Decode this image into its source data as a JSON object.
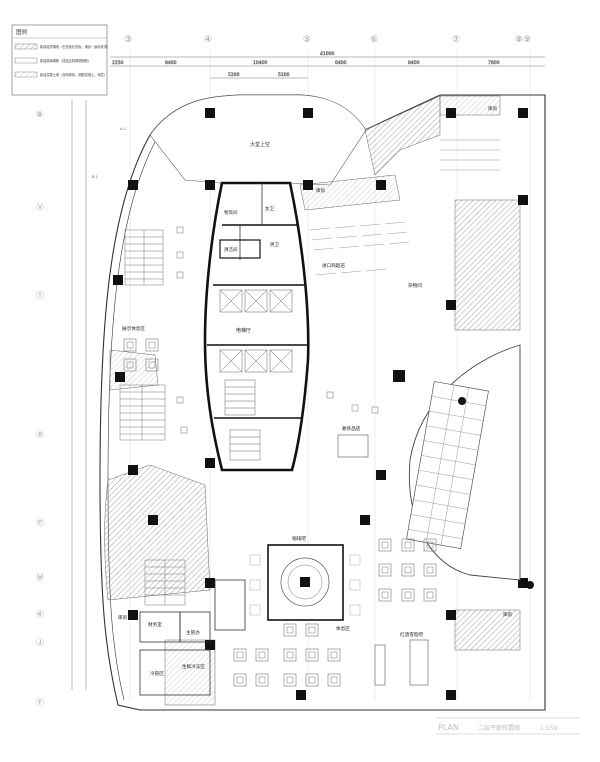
{
  "legend": {
    "title": "图例",
    "items": [
      "新建轻质隔墙（石膏板石膏板，满涂一遍乳胶漆）",
      "新建玻璃隔断（成品定制钢框隔断）",
      "新建混凝土墙（含砌墙体，钢筋混凝土，双层）"
    ]
  },
  "grid": {
    "columns": [
      "③",
      "④",
      "⑤",
      "⑥",
      "⑦",
      "⑧⑨"
    ],
    "rows": [
      "⑧",
      "Ⓥ",
      "Ⓣ",
      "Ⓡ",
      "Ⓟ",
      "Ⓜ",
      "Ⓚ",
      "Ⓙ",
      "Ⓕ"
    ],
    "dim_total": "41000",
    "dims_top": [
      "2250",
      "8400",
      "10400",
      "6400",
      "8400",
      "7800"
    ],
    "dims_sub": [
      "5200",
      "5200"
    ]
  },
  "rooms": {
    "dajia": "大堂上空",
    "kufang_top": "库房",
    "kufang_upper": "库房",
    "nvwei": "女卫",
    "wuziqu": "物资间",
    "nanwei": "男卫",
    "qingjie": "清洁间",
    "dianti": "电梯厅",
    "jinkou": "进口商超店",
    "hewu": "杂物间",
    "shangye": "展示休息区",
    "jingpin": "奢侈品店",
    "kafei": "咖啡吧",
    "huiyi": "休息区",
    "kufang_left": "库房",
    "caiwu": "财务室",
    "zhuren": "主管办",
    "shengchan": "生鲜冷冻区",
    "shiliao": "冷链区",
    "shuiba": "红酒雪茄吧",
    "kufang_right": "库房",
    "code_a": "A-1",
    "code_b": "B-1"
  },
  "title_block": {
    "plan": "PLAN",
    "name": "二层平面布置图",
    "scale": "1:150"
  }
}
